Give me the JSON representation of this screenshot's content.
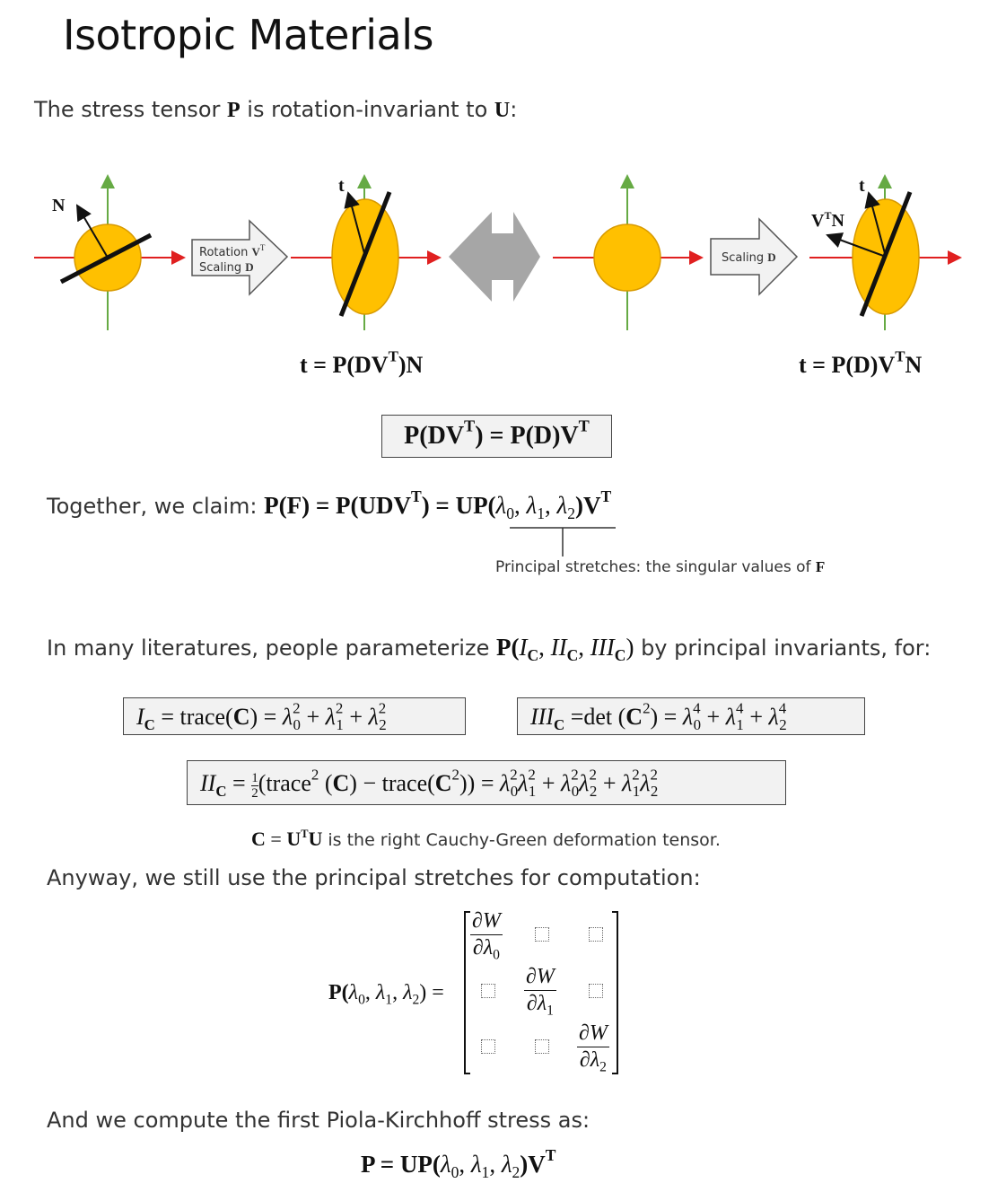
{
  "title": "Isotropic Materials",
  "line1": {
    "pre": "The stress tensor ",
    "P": "P",
    "mid": " is rotation-invariant to ",
    "U": "U",
    "post": ":"
  },
  "diagram": {
    "label_N": "N",
    "label_t1": "t",
    "label_t2": "t",
    "label_VTN": "V",
    "label_VTN_sup": "T",
    "label_VTN_N": "N",
    "arrow1_line1": "Rotation ",
    "arrow1_line1_bold": "V",
    "arrow1_line1_sup": "T",
    "arrow1_line2": "Scaling ",
    "arrow1_line2_bold": "D",
    "arrow2_text": "Scaling ",
    "arrow2_bold": "D",
    "colors": {
      "ellipse": "#ffc000",
      "ellipse_edge": "#d89a00",
      "red_axis": "#e02020",
      "green_axis": "#66aa44",
      "block_arrow": "#a6a6a6"
    }
  },
  "eq_left": "t = P(DV",
  "eq_left_sup": "T",
  "eq_left_end": ")N",
  "eq_right": "t = P(D)V",
  "eq_right_sup": "T",
  "eq_right_end": "N",
  "box_eq": {
    "a": "P(DV",
    "a_sup": "T",
    "b": ") = P(D)V",
    "b_sup": "T"
  },
  "claim": {
    "pre": "Together, we claim:  ",
    "m1": "P(F) = P(UDV",
    "m1_sup": "T",
    "m2": ") = UP(",
    "l0": "λ",
    "s0": "0",
    "l1": "λ",
    "s1": "1",
    "l2": "λ",
    "s2": "2",
    "end": ")V",
    "end_sup": "T",
    "comma": ", "
  },
  "annotation": {
    "text": "Principal stretches: the singular values of ",
    "bold": "F"
  },
  "literature": {
    "pre": "In many literatures, people parameterize ",
    "P": "P(",
    "ic": "I",
    "c": "C",
    "comma": ", ",
    "iic": "II",
    "iiic": "III",
    "close": ")",
    "post": " by principal invariants, for:"
  },
  "box_ic": {
    "lhs": "I",
    "sub": "C",
    "eq": " = trace(",
    "C": "C",
    "mid": ") = ",
    "l": "λ",
    "terms": [
      "0",
      "1",
      "2"
    ],
    "pow": "2",
    "plus": " + "
  },
  "box_iiic": {
    "lhs": "III",
    "sub": "C",
    "eq": " =det (",
    "C": "C",
    "pow2": "2",
    "mid": ") = ",
    "l": "λ",
    "terms": [
      "0",
      "1",
      "2"
    ],
    "pow": "4",
    "plus": " + "
  },
  "box_iic": {
    "lhs": "II",
    "sub": "C",
    "eq": " = ",
    "half_num": "1",
    "half_den": "2",
    "trace_a": "(trace",
    "pow2": "2",
    "C": "C",
    "trace_b": ") − trace(",
    "close": ")) = ",
    "terms": [
      [
        "0",
        "1"
      ],
      [
        "0",
        "2"
      ],
      [
        "1",
        "2"
      ]
    ],
    "plus": " + ",
    "l": "λ",
    "pow": "2"
  },
  "cdef": {
    "C": "C",
    "eq": " = ",
    "U": "U",
    "sup": "T",
    "U2": "U",
    "text": " is the right Cauchy-Green deformation tensor."
  },
  "anyway": "Anyway, we still use the principal stretches for computation:",
  "matrix": {
    "lhs": "P(",
    "l": "λ",
    "subs": [
      "0",
      "1",
      "2"
    ],
    "comma": ", ",
    "close": ") = ",
    "num": "∂W",
    "den": "∂λ"
  },
  "and_line": "And we compute the first Piola-Kirchhoff stress as:",
  "final": {
    "a": "P = UP(",
    "l": "λ",
    "subs": [
      "0",
      "1",
      "2"
    ],
    "comma": ", ",
    "b": ")V",
    "sup": "T"
  }
}
